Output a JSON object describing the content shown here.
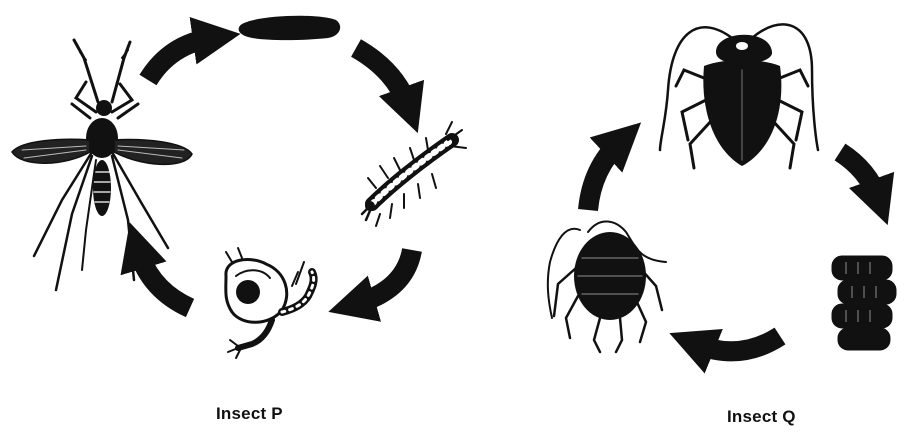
{
  "diagram": {
    "insect_p": {
      "label": "Insect P",
      "stages": [
        "egg",
        "larva",
        "pupa",
        "adult"
      ]
    },
    "insect_q": {
      "label": "Insect Q",
      "stages": [
        "egg",
        "nymph",
        "adult"
      ]
    }
  },
  "colors": {
    "ink": "#111111",
    "background": "#ffffff"
  }
}
